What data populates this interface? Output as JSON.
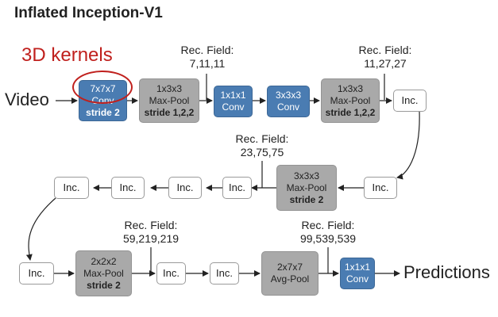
{
  "title": "Inflated Inception-V1",
  "subtitle": "3D kernels",
  "input_label": "Video",
  "output_label": "Predictions",
  "rec_fields": [
    {
      "label": "Rec. Field:",
      "value": "7,11,11"
    },
    {
      "label": "Rec. Field:",
      "value": "11,27,27"
    },
    {
      "label": "Rec. Field:",
      "value": "23,75,75"
    },
    {
      "label": "Rec. Field:",
      "value": "59,219,219"
    },
    {
      "label": "Rec. Field:",
      "value": "99,539,539"
    }
  ],
  "blocks": {
    "conv7": {
      "line1": "7x7x7",
      "line2": "Conv",
      "line3": "stride 2"
    },
    "pool1": {
      "line1": "1x3x3",
      "line2": "Max-Pool",
      "line3": "stride 1,2,2"
    },
    "conv1": {
      "line1": "1x1x1",
      "line2": "Conv"
    },
    "conv3": {
      "line1": "3x3x3",
      "line2": "Conv"
    },
    "pool2": {
      "line1": "1x3x3",
      "line2": "Max-Pool",
      "line3": "stride 1,2,2"
    },
    "pool3": {
      "line1": "3x3x3",
      "line2": "Max-Pool",
      "line3": "stride 2"
    },
    "pool4": {
      "line1": "2x2x2",
      "line2": "Max-Pool",
      "line3": "stride 2"
    },
    "avgpool": {
      "line1": "2x7x7",
      "line2": "Avg-Pool"
    },
    "convfinal": {
      "line1": "1x1x1",
      "line2": "Conv"
    }
  },
  "inc_label": "Inc.",
  "colors": {
    "conv": "#4a7cb2",
    "pool": "#a9a9a9",
    "highlight": "#c0201d"
  }
}
